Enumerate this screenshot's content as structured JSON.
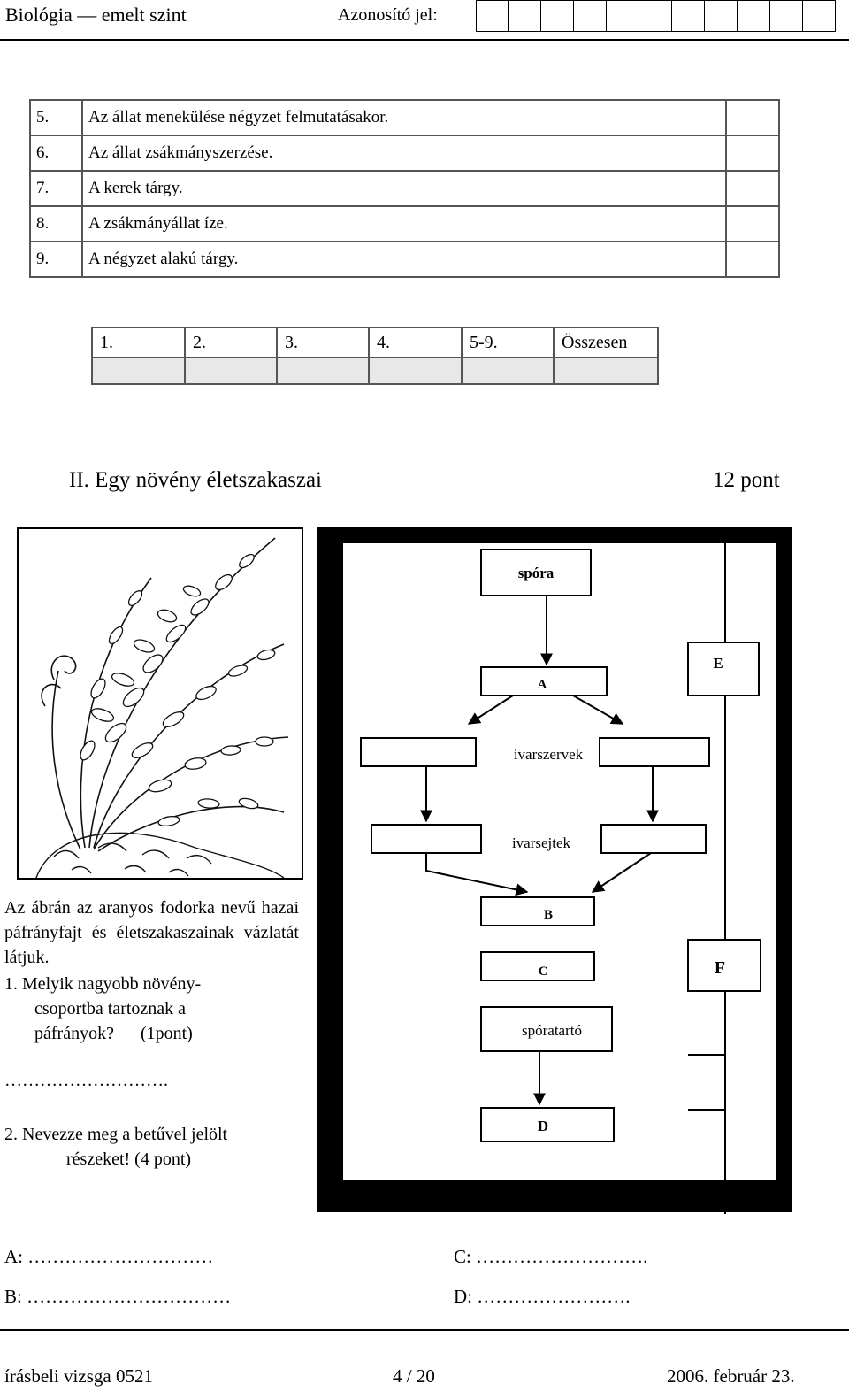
{
  "header": {
    "subject": "Biológia — emelt szint",
    "id_label": "Azonosító jel:",
    "id_box_count": 11
  },
  "list_rows": [
    {
      "num": "5.",
      "text": "Az állat menekülése négyzet felmutatásakor."
    },
    {
      "num": "6.",
      "text": "Az állat zsákmányszerzése."
    },
    {
      "num": "7.",
      "text": "A kerek tárgy."
    },
    {
      "num": "8.",
      "text": "A zsákmányállat íze."
    },
    {
      "num": "9.",
      "text": "A négyzet alakú tárgy."
    }
  ],
  "score_table": {
    "headers": [
      "1.",
      "2.",
      "3.",
      "4.",
      "5-9.",
      "Összesen"
    ]
  },
  "section": {
    "title": "II. Egy növény életszakaszai",
    "points": "12 pont"
  },
  "diagram": {
    "spora": "spóra",
    "a": "A",
    "e": "E",
    "ivarszervek": "ivarszervek",
    "ivarsejtek": "ivarsejtek",
    "b": "B",
    "c": "C",
    "f": "F",
    "sporatarto": "spóratartó",
    "d": "D"
  },
  "questions": {
    "intro": "Az ábrán az aranyos fodorka nevű hazai páfrányfajt és életszakaszainak vázlatát látjuk.",
    "q1_line1": "1. Melyik nagyobb növény-",
    "q1_line2": "csoportba tartoznak a",
    "q1_line3": "páfrányok?      (1pont)",
    "q1_dots": "……………………….",
    "q2_line1": "2. Nevezze meg a betűvel jelölt",
    "q2_line2": "részeket! (4 pont)"
  },
  "answers": {
    "a": "A: …………………………",
    "b": "B: ……………………………",
    "c": "C: ……………………….",
    "d": "D: ……………………."
  },
  "footer": {
    "left": "írásbeli vizsga 0521",
    "center": "4 / 20",
    "right": "2006. február 23."
  }
}
